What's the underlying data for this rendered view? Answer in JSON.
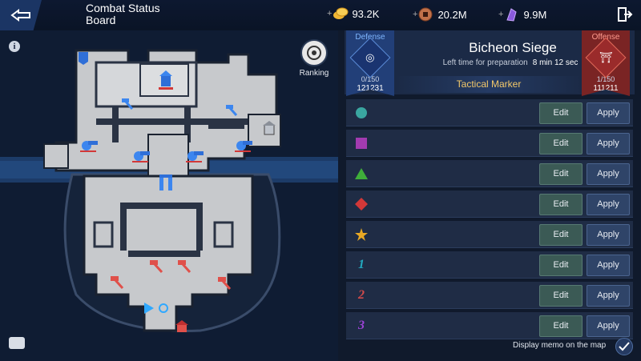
{
  "header": {
    "title": "Combat Status Board",
    "resources": [
      {
        "name": "gold",
        "value": "93.2K",
        "color": "#f0b634"
      },
      {
        "name": "coin",
        "value": "20.2M",
        "color": "#c0714a"
      },
      {
        "name": "crystal",
        "value": "9.9M",
        "color": "#8a5adc"
      }
    ]
  },
  "map": {
    "ranking_label": "Ranking",
    "info_icon": "i"
  },
  "panel": {
    "siege_name": "Bicheon Siege",
    "prep_label": "Left time for preparation",
    "prep_time": "8 min 12 sec",
    "tactical_marker": "Tactical Marker",
    "defense": {
      "label": "Defense",
      "count": "0/150",
      "id": "121231"
    },
    "offense": {
      "label": "Offense",
      "count": "1/150",
      "id": "111211"
    },
    "edit_label": "Edit",
    "apply_label": "Apply",
    "markers": [
      {
        "icon": "teal-circle-icon",
        "color": "#3aa6a0"
      },
      {
        "icon": "purple-square-icon",
        "color": "#a23bb0"
      },
      {
        "icon": "green-triangle-icon",
        "color": "#3fae3a"
      },
      {
        "icon": "red-diamond-icon",
        "color": "#d23838"
      },
      {
        "icon": "gold-star-icon",
        "color": "#e8a824"
      },
      {
        "icon": "number-1-icon",
        "text": "1",
        "color": "#23a9bf"
      },
      {
        "icon": "number-2-icon",
        "text": "2",
        "color": "#d04a4a"
      },
      {
        "icon": "number-3-icon",
        "text": "3",
        "color": "#9b43d6"
      }
    ]
  },
  "footer": {
    "memo_label": "Display memo on the map"
  }
}
